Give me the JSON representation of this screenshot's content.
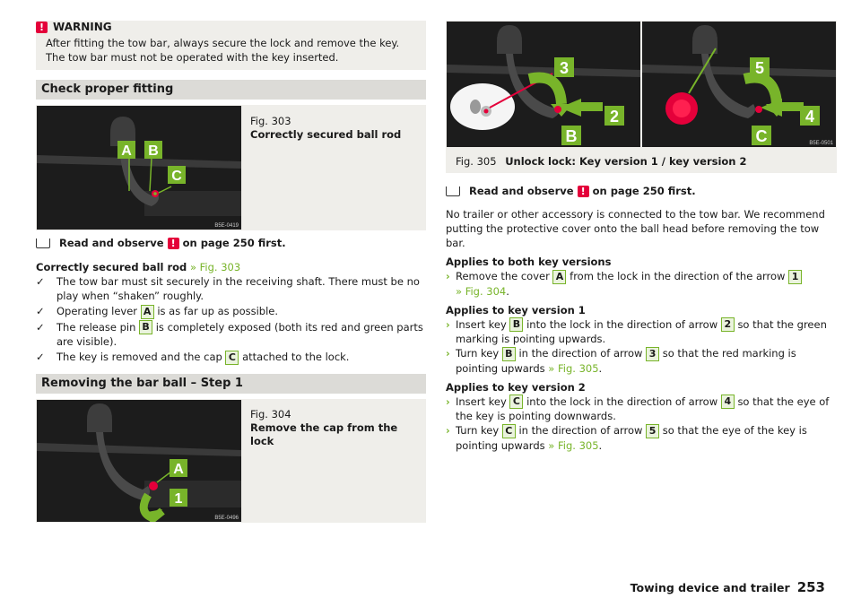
{
  "warning": {
    "title": "WARNING",
    "text": "After fitting the tow bar, always secure the lock and remove the key. The tow bar must not be operated with the key inserted."
  },
  "sec1": {
    "title": "Check proper fitting"
  },
  "fig303": {
    "num": "Fig. 303",
    "title": "Correctly secured ball rod",
    "code": "B5E-0419",
    "labels": [
      "A",
      "B",
      "C"
    ]
  },
  "read1": {
    "pre": "Read and observe",
    "post": "on page 250 first."
  },
  "check": {
    "heading": "Correctly secured ball rod",
    "ref": "» Fig. 303",
    "items": [
      {
        "text": "The tow bar must sit securely in the receiving shaft. There must be no play when “shaken” roughly."
      },
      {
        "pre": "Operating lever",
        "key": "A",
        "post": "is as far up as possible."
      },
      {
        "pre": "The release pin",
        "key": "B",
        "post": "is completely exposed (both its red and green parts are visible)."
      },
      {
        "pre": "The key is removed and the cap",
        "key": "C",
        "post": "attached to the lock."
      }
    ]
  },
  "sec2": {
    "title": "Removing the bar ball – Step 1"
  },
  "fig304": {
    "num": "Fig. 304",
    "title": "Remove the cap from the lock",
    "code": "B5E-0496",
    "labels": [
      "A",
      "1"
    ]
  },
  "fig305": {
    "num": "Fig. 305",
    "title": "Unlock lock: Key version 1 / key version 2",
    "code": "B5E-0501",
    "labels": [
      "3",
      "2",
      "B",
      "5",
      "4",
      "C"
    ]
  },
  "read2": {
    "pre": "Read and observe",
    "post": "on page 250 first."
  },
  "intro": "No trailer or other accessory is connected to the tow bar. We recommend putting the protective cover onto the ball head before removing the tow bar.",
  "both": {
    "heading": "Applies to both key versions",
    "s1": {
      "a": "Remove the cover",
      "k1": "A",
      "b": "from the lock in the direction of the arrow",
      "k2": "1",
      "ref": "» Fig. 304"
    }
  },
  "v1": {
    "heading": "Applies to key version 1",
    "s1": {
      "a": "Insert key",
      "k1": "B",
      "b": "into the lock in the direction of arrow",
      "k2": "2",
      "c": "so that the green marking is pointing upwards."
    },
    "s2": {
      "a": "Turn key",
      "k1": "B",
      "b": "in the direction of arrow",
      "k2": "3",
      "c": "so that the red marking is pointing upwards",
      "ref": "» Fig. 305"
    }
  },
  "v2": {
    "heading": "Applies to key version 2",
    "s1": {
      "a": "Insert key",
      "k1": "C",
      "b": "into the lock in the direction of arrow",
      "k2": "4",
      "c": "so that the eye of the key is pointing downwards."
    },
    "s2": {
      "a": "Turn key",
      "k1": "C",
      "b": "in the direction of arrow",
      "k2": "5",
      "c": "so that the eye of the key is pointing upwards",
      "ref": "» Fig. 305"
    }
  },
  "footer": {
    "title": "Towing device and trailer",
    "page": "253"
  }
}
